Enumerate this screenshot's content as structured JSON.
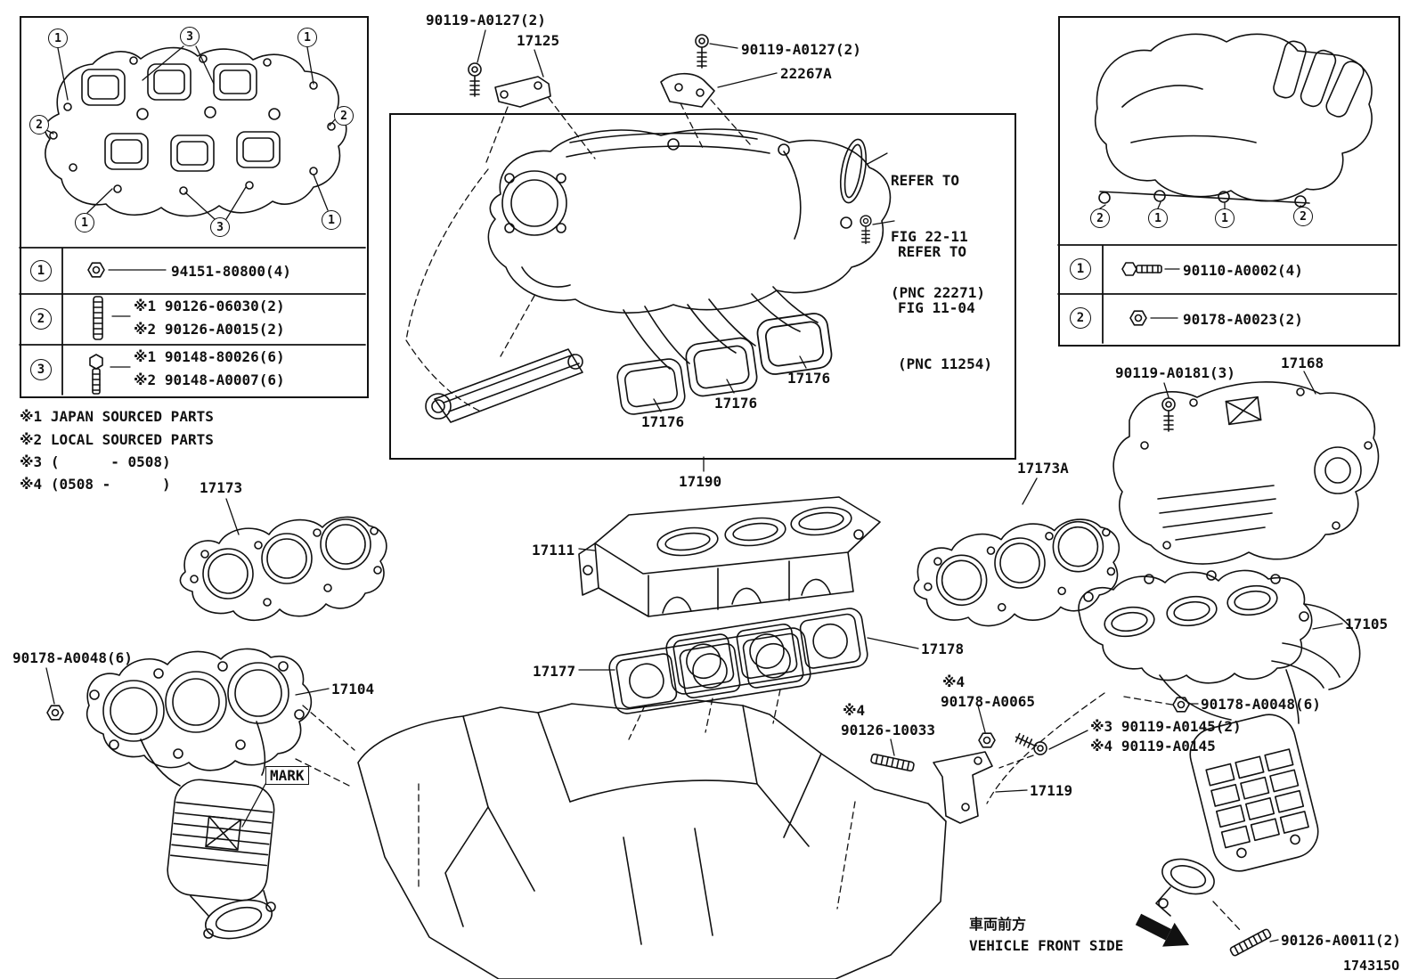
{
  "callouts": {
    "left": [
      "1",
      "3",
      "1",
      "2",
      "2",
      "1",
      "3",
      "1"
    ],
    "right": [
      "2",
      "1",
      "1",
      "2"
    ]
  },
  "left_legend": {
    "rows": [
      {
        "num": "1",
        "line1": "94151-80800(4)"
      },
      {
        "num": "2",
        "line1": "※1 90126-06030(2)",
        "line2": "※2 90126-A0015(2)"
      },
      {
        "num": "3",
        "line1": "※1 90148-80026(6)",
        "line2": "※2 90148-A0007(6)"
      }
    ]
  },
  "right_legend": {
    "rows": [
      {
        "num": "1",
        "label": "90110-A0002(4)"
      },
      {
        "num": "2",
        "label": "90178-A0023(2)"
      }
    ]
  },
  "notes": {
    "n1": "※1 JAPAN SOURCED PARTS",
    "n2": "※2 LOCAL SOURCED PARTS",
    "n3": "※3 (      - 0508)",
    "n4": "※4 (0508 -      )"
  },
  "labels": {
    "bolt_90119_a0127": "90119-A0127(2)",
    "p17125": "17125",
    "p22267a": "22267A",
    "refer1_l1": "REFER TO",
    "refer1_l2": "FIG 22-11",
    "refer1_l3": "(PNC 22271)",
    "refer2_l1": "REFER TO",
    "refer2_l2": "FIG 11-04",
    "refer2_l3": "(PNC 11254)",
    "p17176": "17176",
    "p17190": "17190",
    "p17173": "17173",
    "p17111": "17111",
    "p17173a": "17173A",
    "p17168": "17168",
    "bolt_90119_a0181": "90119-A0181(3)",
    "p17178": "17178",
    "p17177": "17177",
    "p17104": "17104",
    "nut_90178_a0048": "90178-A0048(6)",
    "mark": "MARK",
    "p17105": "17105",
    "star4": "※4",
    "nut_90178_a0065": "90178-A0065",
    "stud_90126_10033": "90126-10033",
    "bolt_90119_a0145_s3": "※3 90119-A0145(2)",
    "bolt_90119_a0145_s4": "※4 90119-A0145",
    "p17119": "17119",
    "stud_90126_a0011": "90126-A0011(2)",
    "vehicle_front_jp": "車両前方",
    "vehicle_front_en": "VEHICLE FRONT SIDE",
    "diagram_code": "174315O"
  }
}
